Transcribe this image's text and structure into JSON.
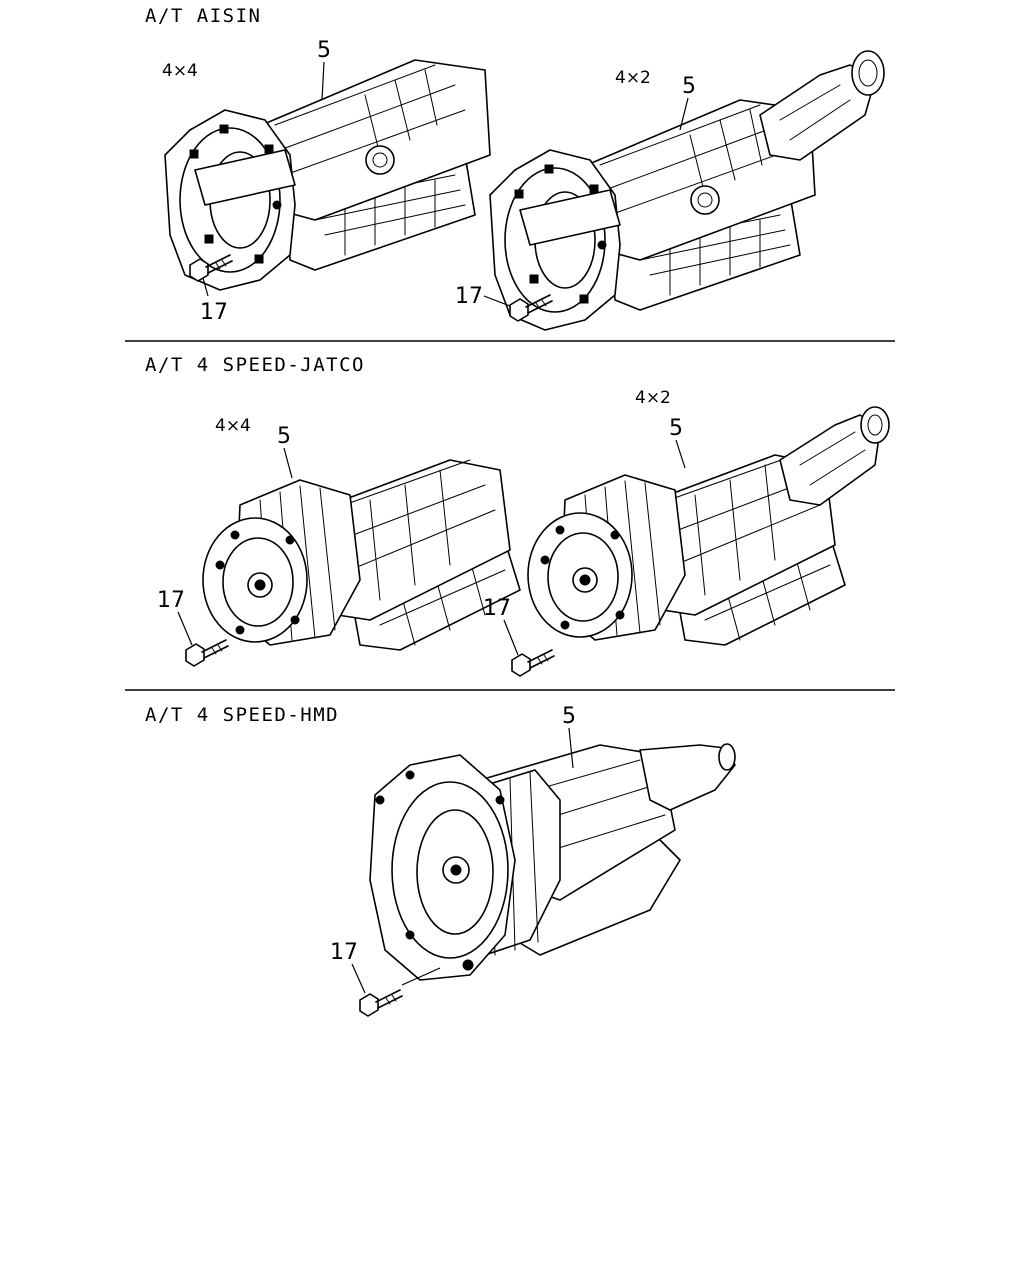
{
  "sections": [
    {
      "heading": "A/T AISIN",
      "views": [
        {
          "variant": "4×4",
          "part_callout": "5",
          "bolt_callout": "17"
        },
        {
          "variant": "4×2",
          "part_callout": "5",
          "bolt_callout": "17"
        }
      ]
    },
    {
      "heading": "A/T 4 SPEED-JATCO",
      "views": [
        {
          "variant": "4×4",
          "part_callout": "5",
          "bolt_callout": "17"
        },
        {
          "variant": "4×2",
          "part_callout": "5",
          "bolt_callout": "17"
        }
      ]
    },
    {
      "heading": "A/T 4 SPEED-HMD",
      "views": [
        {
          "part_callout": "5",
          "bolt_callout": "17"
        }
      ]
    }
  ],
  "icons": [
    "automatic-transmission-drawing",
    "mounting-bolt-drawing"
  ]
}
